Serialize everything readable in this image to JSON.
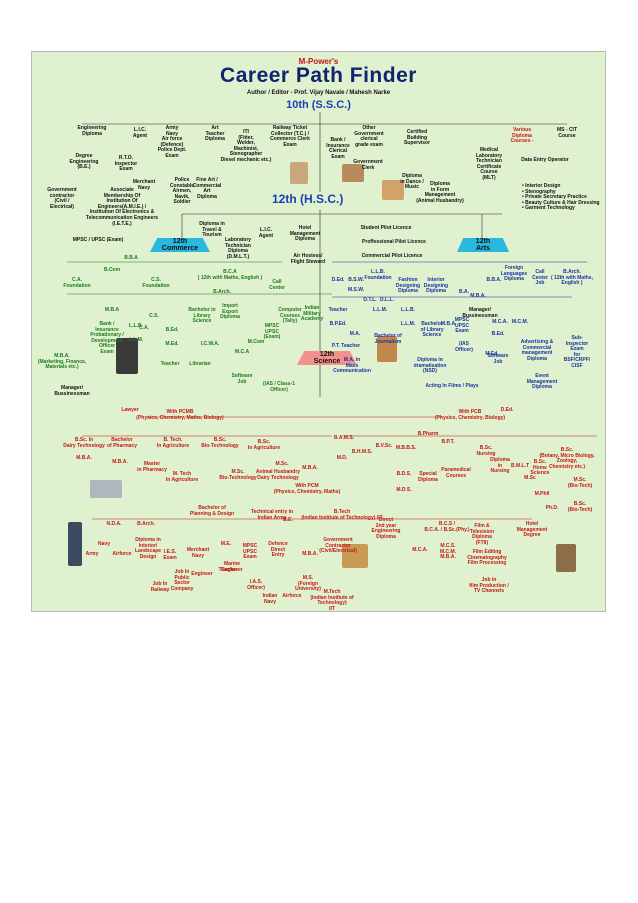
{
  "header": {
    "brand": "M-Power's",
    "title": "Career Path Finder",
    "author": "Author / Editor - Prof. Vijay Navale / Mahesh Narke",
    "level_10": "10th (S.S.C.)",
    "level_12": "12th (H.S.C.)",
    "stream_commerce": "12th\nCommerce",
    "stream_arts": "12th\nArts",
    "stream_science": "12th\nScience"
  },
  "after_10th": [
    "Engineering\nDiploma",
    "L.I.C.\nAgent",
    "Army\nNavy\nAir force\n(Defence)\nPolice Dept.\nExam",
    "Art\nTeacher\nDiploma",
    "ITI\n(Fitter,\nWelder,\nMachinist,\nStenographer\nDiesel mechanic etc.)",
    "Railway Ticket\nCollector (T.C.) /\nCommerce Clerk\nExam",
    "Bank /\nInsurance\nClerical\nExam",
    "Other\nGovernment\nclerical\ngrade exam",
    "Certified\nBuilding\nSupervisor",
    "Various\nDiploma\nCourses -",
    "MS - CIT\nCourse",
    "Degree\nEngineering\n(B.E.)",
    "R.T.O.\nInspector\nExam",
    "Merchant\nNavy",
    "Police\nConstable\nAirmen,\nNavik,\nSoldier",
    "Fine Art /\nCommercial\nArt\nDiploma",
    "Government\nClerk",
    "Diploma\nin Dance /\nMusic",
    "Diploma\nin Form\nManagement\n(Animal Husbandry)",
    "Medical\nLaboratory\nTechnician\nCertificate\nCourse\n(MLT)",
    "Data Entry Operator",
    "Government\ncontractor\n(Civil /\nElectrical)",
    "Associate\nMembership Of\nInstitution Of\nEngineers(A.M.I.E.) /\nInstitution Of Electronics &\nTelecommunication Engineers\n(I.E.T.E.)",
    "MPSC / UPSC (Exam)",
    "• Interior Design\n• Stenography\n• Private Secretary Practice\n• Beauty Culture & Hair Dressing\n• Garment Technology"
  ],
  "after_12th": [
    "Diploma in\nTravel &\nTourism",
    "Laboratory\nTechnician\nDiploma\n(D.M.L.T.)",
    "L.I.C.\nAgent",
    "Hotel\nManagement\nDiploma",
    "Air Hostess/\nFlight Steward",
    "Student Pilot Licence",
    "Proffessional Pilot Licence",
    "Commercial Pilot Licence"
  ],
  "commerce": [
    "C.A.\nFoundation",
    "B.B.A",
    "B.Com",
    "C.S.\nFoundation",
    "B.C.A\n( 12th with Maths, English )",
    "B.Arch.",
    "Call\nCenter",
    "M.B.A",
    "Bank /\nInsurance\nProbationary /\nDevelopment\nOfficer\nExam",
    "C.A.",
    "L.L.B.",
    "L.L.M.",
    "C.S.",
    "B.Ed.",
    "M.Ed.",
    "Teacher",
    "Bachelor in\nLibrary\nScience",
    "I.C.W.A.",
    "Librarian",
    "Import\nExport\nDiploma",
    "M.Com",
    "M.C.A",
    "MPSC\nUPSC\n(Exam)",
    "Computer\nCourses\n(Tally)",
    "Indian\nMilitary\nAcademy",
    "M.B.A.\n(Marketing, Finance,\nMaterials etc.)",
    "Manager/\nBussinessman",
    "Lawyer",
    "Software\nJob",
    "(IAS / Class-1\nOfficer)"
  ],
  "arts": [
    "D.Ed.",
    "B.S.W.",
    "M.S.W.",
    "L.L.B.\nFoundation",
    "D.T.L.",
    "D.L.L.",
    "L.L.M.",
    "Fashion\nDesigning\nDiploma",
    "Interior\nDesigning\nDiploma",
    "B.A.",
    "B.B.A.",
    "M.B.A.",
    "Manager/\nBussinessman",
    "Foreign\nLanguages\nDiploma",
    "Call\nCenter\nJob",
    "B.Arch.\n( 12th with Maths,\nEnglish )",
    "Teacher",
    "B.P.Ed.",
    "P.T. Teacher",
    "M.A.",
    "M.A. in\nMass\nCommunication",
    "Bachelor of\nJournalism",
    "L.L.B.",
    "L.L.M.",
    "Bachelor\nof Library\nScience",
    "M.B.A",
    "MPSC\nUPSC\nExam",
    "(IAS\nOfficer)",
    "M.C.A.",
    "M.C.M.",
    "Software\nJob",
    "B.Ed.",
    "M.Ed.",
    "Advertising &\nCommercial\nmanagement\nDiploma",
    "Sub-\nInspector\nExam\nfor\nBSF/CRPF/\nCISF",
    "Diploma in\ndramatisation\n(NSD)",
    "Acting In Films / Plays",
    "Event\nManagement\nDiploma",
    "D.Ed."
  ],
  "science": [
    "With PCMB\n(Physics, Chemistry, Maths, Biology)",
    "With PCB\n(Physics, Chemistry, Biology)",
    "B.Sc. In\nDairy Technology",
    "Bachelor\nof Pharmacy",
    "B. Tech.\nIn Agriculture",
    "B.Sc.\nBio-Technology",
    "B.Sc.\nIn Agriculture",
    "M.B.A.",
    "M.B.A.",
    "Master\nin Pharmacy",
    "M. Tech\nIn Agriculture",
    "M.Sc.\nBio-Technology",
    "M.Sc.",
    "M.B.A.",
    "Animal Husbandry\nDairy Technology",
    "With PCM\n(Physics, Chemistry, Maths)",
    "B.A.M.S.",
    "B.V.Sc.",
    "B.H.M.S.",
    "M.B.B.S.",
    "B.Pharm",
    "B.P.T.",
    "M.D.",
    "B.D.S.",
    "M.D.S.",
    "Special\nDiploma",
    "Paramedical\nCourses",
    "B.Sc.\nNursing",
    "Diploma\nin\nNursing",
    "B.Sc.\n(Botany, Micro Biology,\nZoology,\nChemistry etc.)",
    "B.M.L.T",
    "B.Sc.\nHome\nScience",
    "M.Sc",
    "M.Phil",
    "Ph.D.",
    "M.Sc.\n(Bio-Tech)",
    "B.Sc.\n(Bio-Tech)",
    "N.D.A.",
    "B.Arch.",
    "Bachelor of\nPlanning & Design",
    "Technical entry in\nIndian Army",
    "B.E.",
    "B.Tech\n(Indian Institute of Technology) IIT",
    "Direct\n2nd year\nEngineering\nDiploma",
    "B.C.S /\nB.C.A. / B.Sc.(Phy.)",
    "Film &\nTelevision\nDiploma\n(FTII)",
    "Hotel\nManagement\nDegree",
    "Army",
    "Navy",
    "Airforce",
    "Diploma in\nInterior/\nLandscape\nDesign",
    "I.E.S.\nExam",
    "Merchant\nNavy",
    "M.E.",
    "Engineer",
    "MPSC\nUPSC\nExam",
    "Defence\nDirect\nEntry",
    "M.B.A.",
    "Government\nContractor\n(Civil/Electrical)",
    "M.C.A.",
    "M.C.S.\nM.C.M.\nM.B.A.",
    "Film Editing\nCinematography\nFilm Processing",
    "Job in\nfilm Production /\nTV Channels",
    "Job In\nPublic\nSector\nCompany",
    "Marine\nEngineer",
    "Teacher",
    "Job In\nRailway",
    "I.A.S.\nOfficer)",
    "Indian\nNavy",
    "Airforce",
    "M.S.\n(Foreign\nUniversity)",
    "M.Tech\n(Indian Institute of\nTechnology)\nIIT"
  ]
}
